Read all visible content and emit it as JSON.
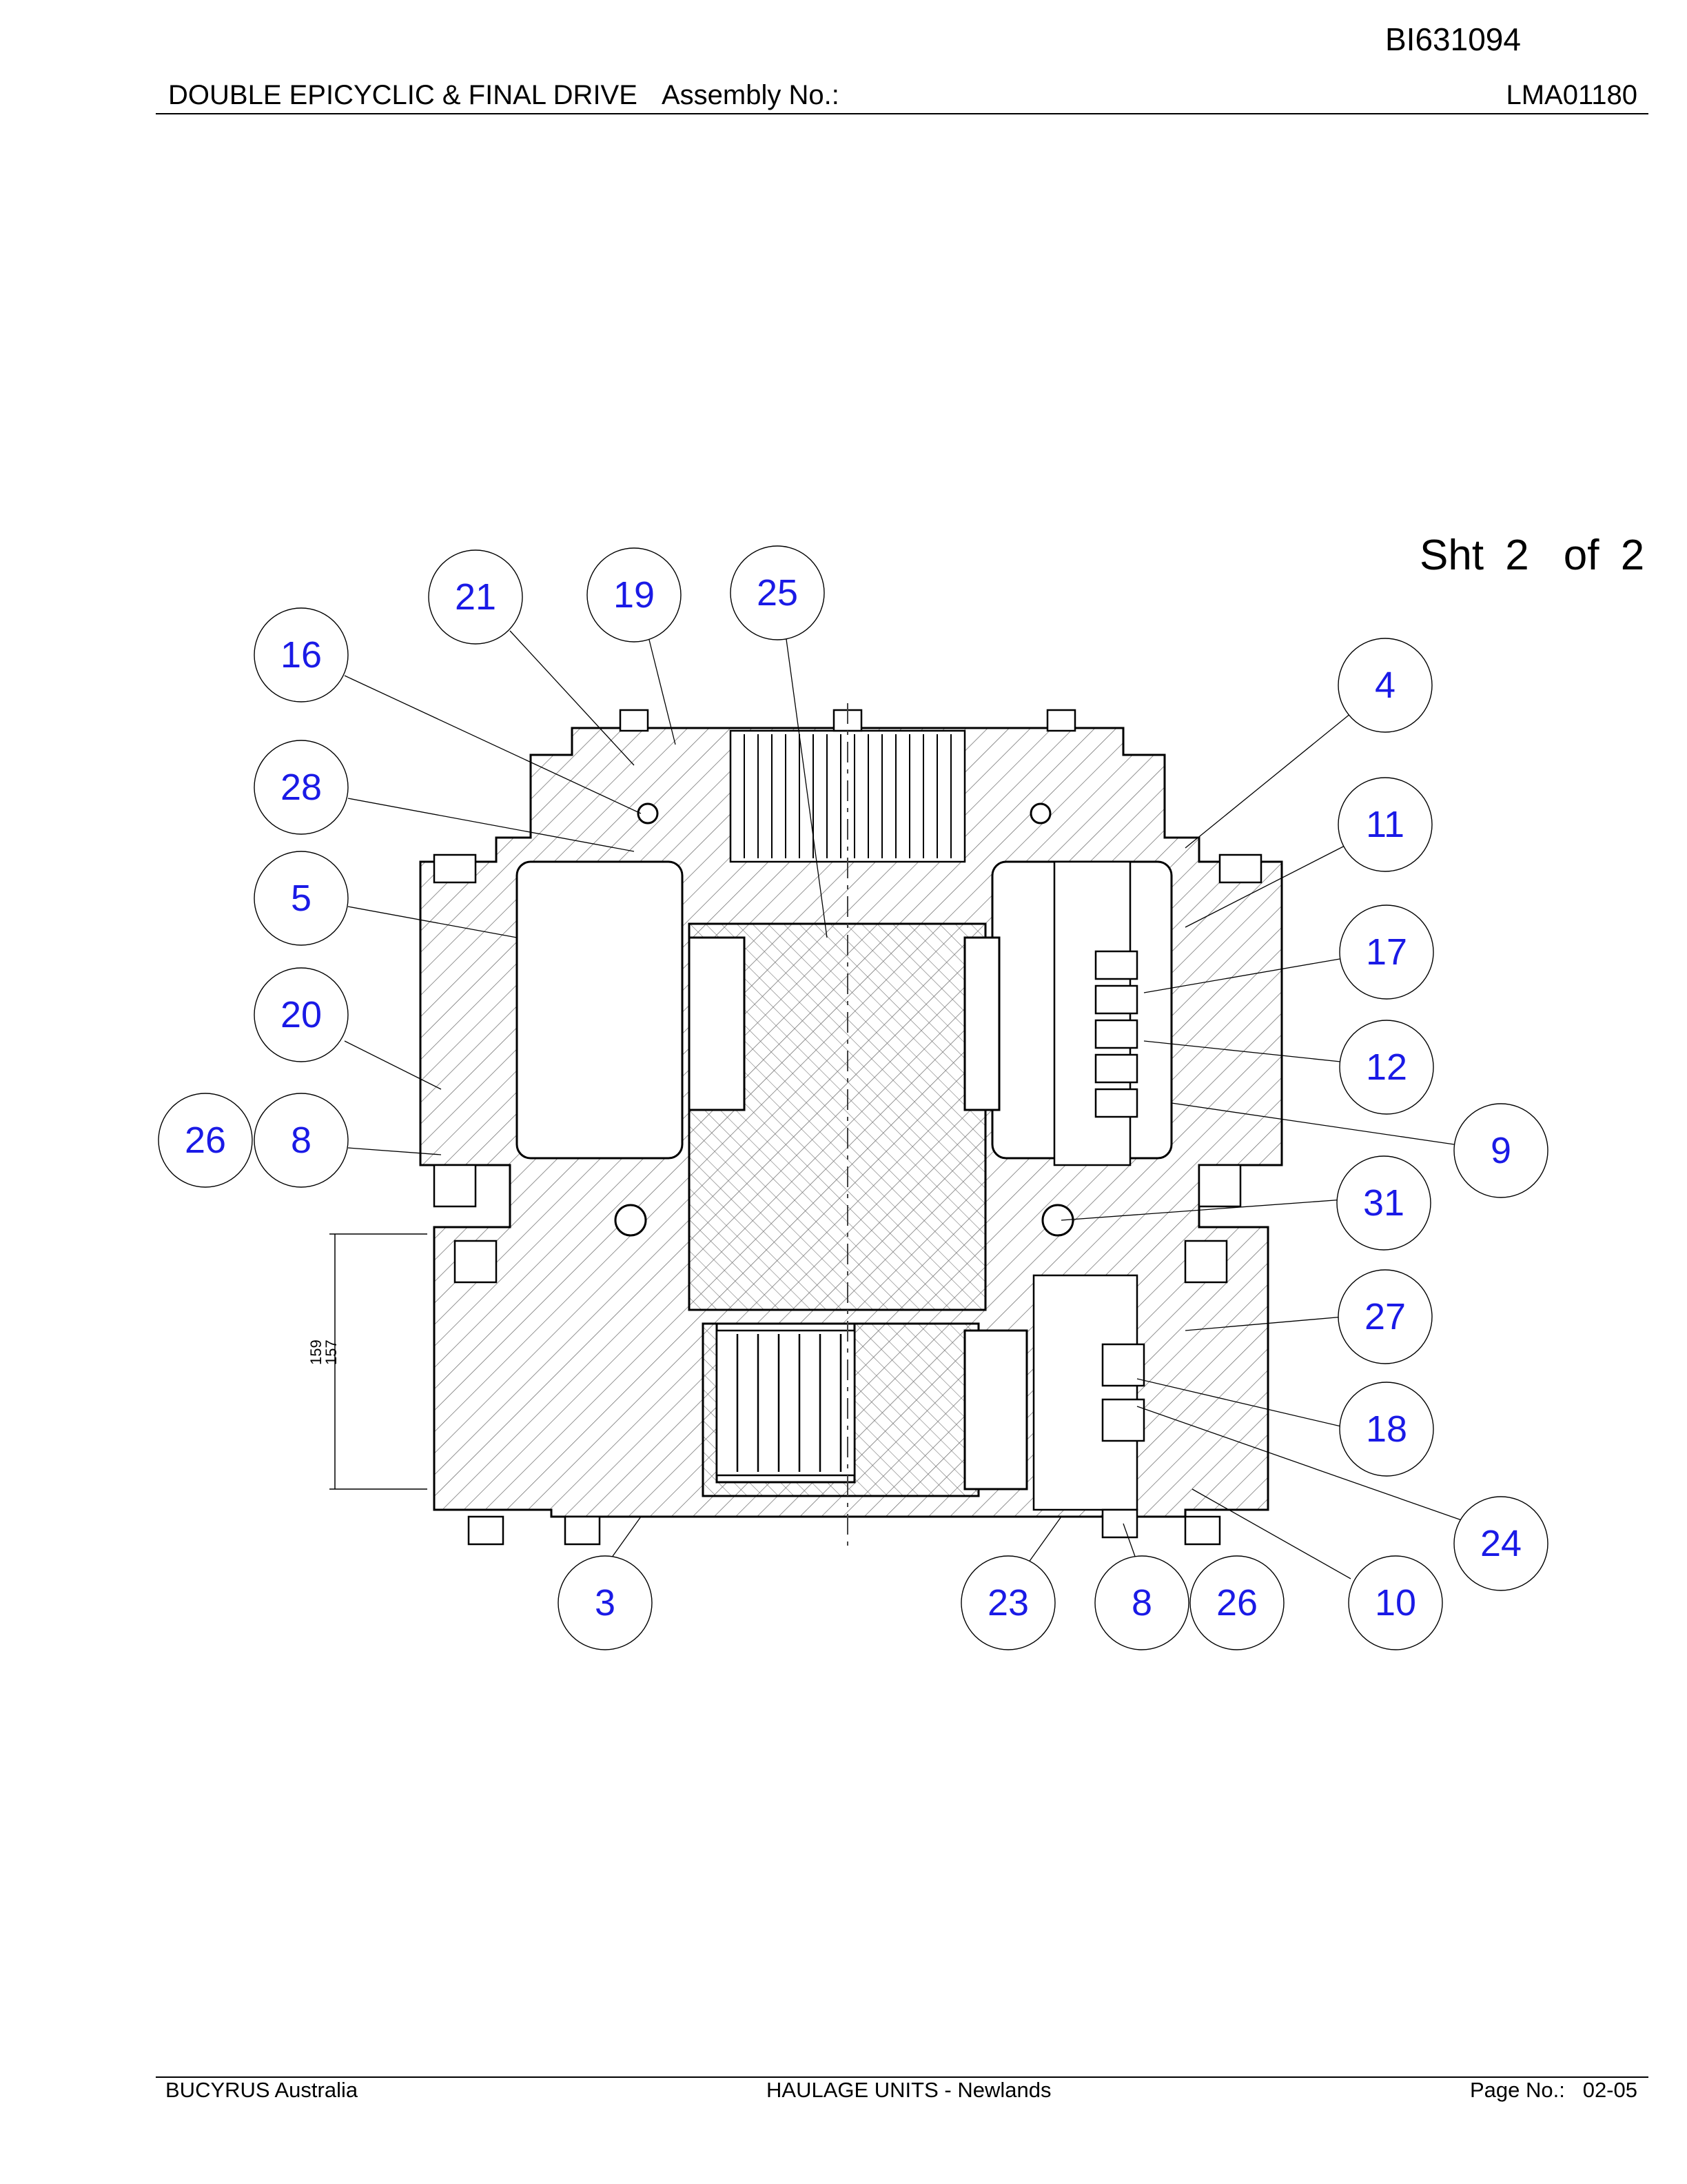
{
  "header": {
    "doc_code": "BI631094",
    "title": "DOUBLE EPICYCLIC & FINAL DRIVE",
    "assembly_label": "Assembly No.:",
    "assembly_no": "LMA01180"
  },
  "sheet": {
    "sht": "Sht 2",
    "of": "of 2"
  },
  "balloons": [
    {
      "id": "b-21",
      "label": "21"
    },
    {
      "id": "b-19",
      "label": "19"
    },
    {
      "id": "b-25",
      "label": "25"
    },
    {
      "id": "b-16",
      "label": "16"
    },
    {
      "id": "b-28",
      "label": "28"
    },
    {
      "id": "b-5",
      "label": "5"
    },
    {
      "id": "b-20",
      "label": "20"
    },
    {
      "id": "b-26-left",
      "label": "26"
    },
    {
      "id": "b-8-left",
      "label": "8"
    },
    {
      "id": "b-4",
      "label": "4"
    },
    {
      "id": "b-11",
      "label": "11"
    },
    {
      "id": "b-17",
      "label": "17"
    },
    {
      "id": "b-12",
      "label": "12"
    },
    {
      "id": "b-9",
      "label": "9"
    },
    {
      "id": "b-31",
      "label": "31"
    },
    {
      "id": "b-27",
      "label": "27"
    },
    {
      "id": "b-18",
      "label": "18"
    },
    {
      "id": "b-24",
      "label": "24"
    },
    {
      "id": "b-3",
      "label": "3"
    },
    {
      "id": "b-23",
      "label": "23"
    },
    {
      "id": "b-8-bottom",
      "label": "8"
    },
    {
      "id": "b-26-bottom",
      "label": "26"
    },
    {
      "id": "b-10",
      "label": "10"
    }
  ],
  "dimension": {
    "upper": "159",
    "lower": "157"
  },
  "footer": {
    "company": "BUCYRUS Australia",
    "department": "HAULAGE UNITS - Newlands",
    "page_label": "Page No.:",
    "page_no": "02-05"
  },
  "colors": {
    "balloon_text": "#1a1ae6",
    "line": "#000000"
  }
}
